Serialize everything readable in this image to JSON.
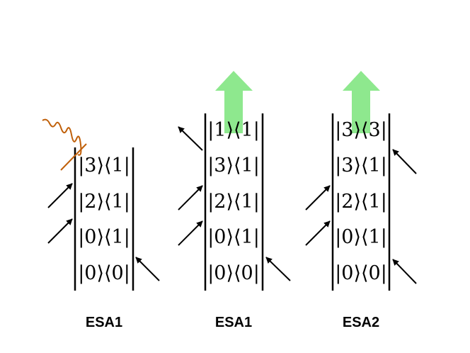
{
  "diagrams": [
    {
      "caption": "ESA1",
      "emission": "wavy-photon",
      "kets": [
        "|3⟩⟨1|",
        "|2⟩⟨1|",
        "|0⟩⟨1|",
        "|0⟩⟨0|"
      ]
    },
    {
      "caption": "ESA1",
      "emission": "up-arrow",
      "kets": [
        "|1⟩⟨1|",
        "|3⟩⟨1|",
        "|2⟩⟨1|",
        "|0⟩⟨1|",
        "|0⟩⟨0|"
      ]
    },
    {
      "caption": "ESA2",
      "emission": "up-arrow",
      "kets": [
        "|3⟩⟨3|",
        "|3⟩⟨1|",
        "|2⟩⟨1|",
        "|0⟩⟨1|",
        "|0⟩⟨0|"
      ]
    }
  ],
  "colors": {
    "line": "#000000",
    "photon": "#c0600a",
    "signal_arrow": "#8ee88e"
  }
}
